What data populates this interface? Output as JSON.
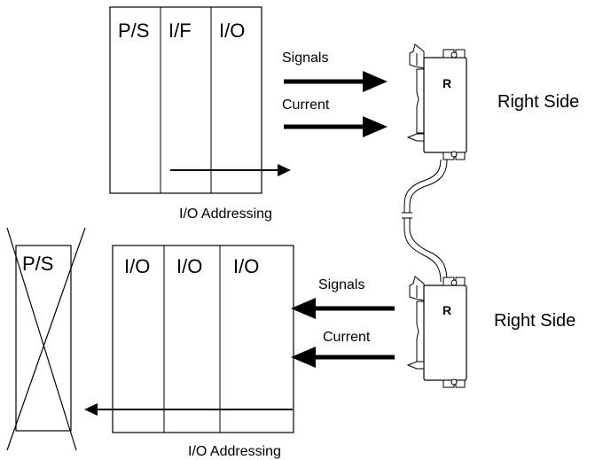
{
  "top_rack": {
    "slots": [
      "P/S",
      "I/F",
      "I/O"
    ],
    "addressing_label": "I/O Addressing"
  },
  "bottom_rack": {
    "removed_slot": "P/S",
    "slots": [
      "I/O",
      "I/O",
      "I/O"
    ],
    "addressing_label": "I/O Addressing"
  },
  "top_arrows": {
    "signals": "Signals",
    "current": "Current"
  },
  "bottom_arrows": {
    "signals": "Signals",
    "current": "Current"
  },
  "connectors": {
    "top": {
      "letter": "R",
      "side_label": "Right Side"
    },
    "bottom": {
      "letter": "R",
      "side_label": "Right Side"
    }
  }
}
